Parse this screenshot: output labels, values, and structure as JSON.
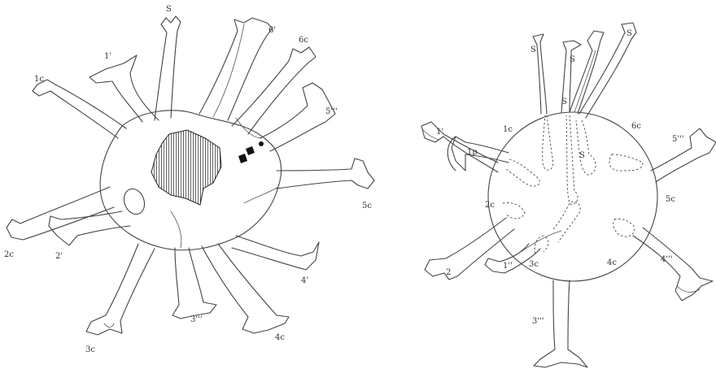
{
  "left_drawing": {
    "labels": [
      "S",
      "6'",
      "6c",
      "1c",
      "1'",
      "5'''",
      "5c",
      "2c",
      "2'",
      "3c",
      "3'''",
      "4'",
      "4c"
    ]
  },
  "right_drawing": {
    "labels": [
      "S",
      "S",
      "S",
      "S",
      "S",
      "1c",
      "1'",
      "1p",
      "6c",
      "5'''",
      "5c",
      "2c",
      "2",
      "1''",
      "3c",
      "4c",
      "4'''",
      "3'''"
    ]
  },
  "colors": {
    "ink": "#444444",
    "background": "#ffffff"
  }
}
